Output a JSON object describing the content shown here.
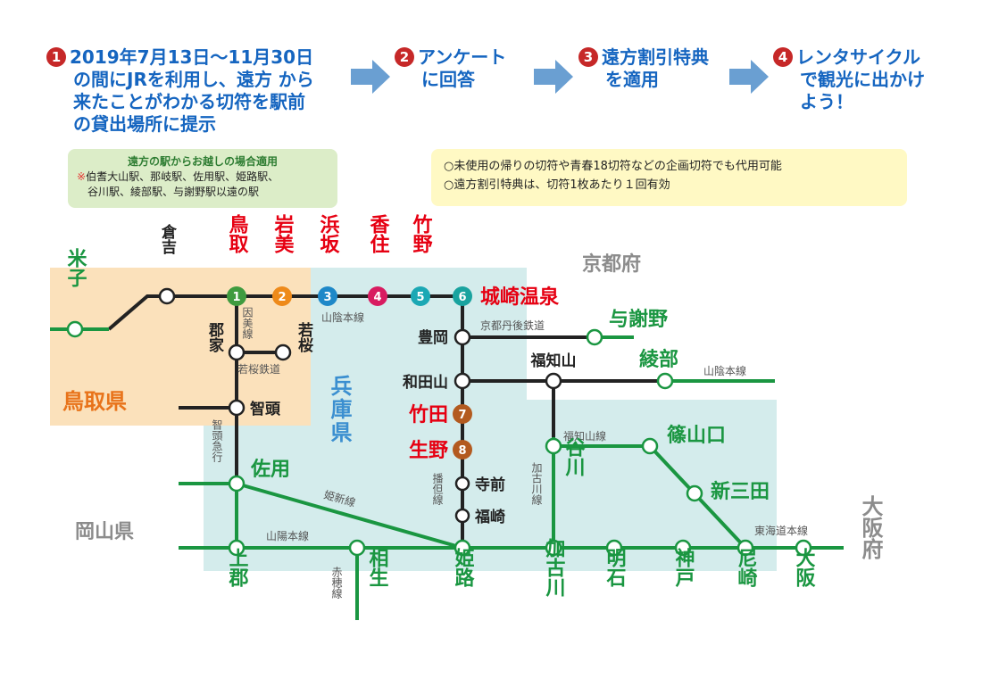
{
  "steps": [
    {
      "num": "1",
      "lines": [
        "2019年7月13日～11月30日",
        "の間にJRを利用し、遠方 から",
        "来たことがわかる切符を駅前",
        "の貸出場所に提示"
      ]
    },
    {
      "num": "2",
      "lines": [
        "アンケート",
        "に回答"
      ]
    },
    {
      "num": "3",
      "lines": [
        "遠方割引特典",
        "を適用"
      ]
    },
    {
      "num": "4",
      "lines": [
        "レンタサイクル",
        "で観光に出かけ",
        "よう！"
      ]
    }
  ],
  "note_green": {
    "heading": "遠方の駅からお越しの場合適用",
    "mark": "※",
    "line1": "伯耆大山駅、那岐駅、佐用駅、姫路駅、",
    "line2": "谷川駅、綾部駅、与謝野駅以遠の駅"
  },
  "note_yellow": {
    "line1": "○未使用の帰りの切符や青春18切符などの企画切符でも代用可能",
    "line2": "○遠方割引特典は、切符1枚あたり１回有効"
  },
  "colors": {
    "title_blue": "#1565c0",
    "jr_green": "#1a9641",
    "private_line": "#222222",
    "highlight_red": "#e60012",
    "hyogo_bg": "#d4ecec",
    "tottori_bg": "#fbe1bb",
    "pref_gray": "#8c8c8c",
    "pref_blue": "#3b8fd0",
    "pref_orange": "#e8731a"
  },
  "map": {
    "prefectures": {
      "tottori": "鳥取県",
      "hyogo": "兵庫県",
      "kyoto": "京都府",
      "okayama": "岡山県",
      "osaka": "大阪府"
    },
    "line_labels": {
      "san_in_main_1": "山陰本線",
      "inbi": "因美線",
      "wakasa": "若桜鉄道",
      "chizu_kyuko": "智頭急行",
      "kyoto_tango": "京都丹後鉄道",
      "san_in_main_2": "山陰本線",
      "fukuchiyama_line": "福知山線",
      "kishin": "姫新線",
      "bantan": "播但線",
      "kakogawa_line": "加古川線",
      "san_yo": "山陽本線",
      "ako": "赤穂線",
      "tokaido": "東海道本線"
    },
    "highlight_stations": [
      {
        "num": "1",
        "name": "鳥取",
        "color": "#3f9b3f"
      },
      {
        "num": "2",
        "name": "岩美",
        "color": "#ee8a1a"
      },
      {
        "num": "3",
        "name": "浜坂",
        "color": "#1e88c8"
      },
      {
        "num": "4",
        "name": "香住",
        "color": "#d81b60"
      },
      {
        "num": "5",
        "name": "竹野",
        "color": "#1ba8b4"
      },
      {
        "num": "6",
        "name": "城崎温泉",
        "color": "#19a39f"
      },
      {
        "num": "7",
        "name": "竹田",
        "color": "#b35a1f"
      },
      {
        "num": "8",
        "name": "生野",
        "color": "#b35a1f"
      }
    ],
    "stations": {
      "yonago": "米子",
      "kurayoshi": "倉吉",
      "koge": "郡家",
      "wakasa_st": "若桜",
      "chizu": "智頭",
      "sayo": "佐用",
      "kamigori": "上郡",
      "aioi": "相生",
      "himeji": "姫路",
      "toyooka": "豊岡",
      "wadayama": "和田山",
      "teramae": "寺前",
      "fukusaki": "福崎",
      "fukuchiyama": "福知山",
      "yosano": "与謝野",
      "ayabe": "綾部",
      "tanigawa": "谷川",
      "sasayamaguchi": "篠山口",
      "shinsanda": "新三田",
      "kakogawa": "加古川",
      "akashi": "明石",
      "kobe": "神戸",
      "amagasaki": "尼崎",
      "osaka": "大阪"
    }
  }
}
